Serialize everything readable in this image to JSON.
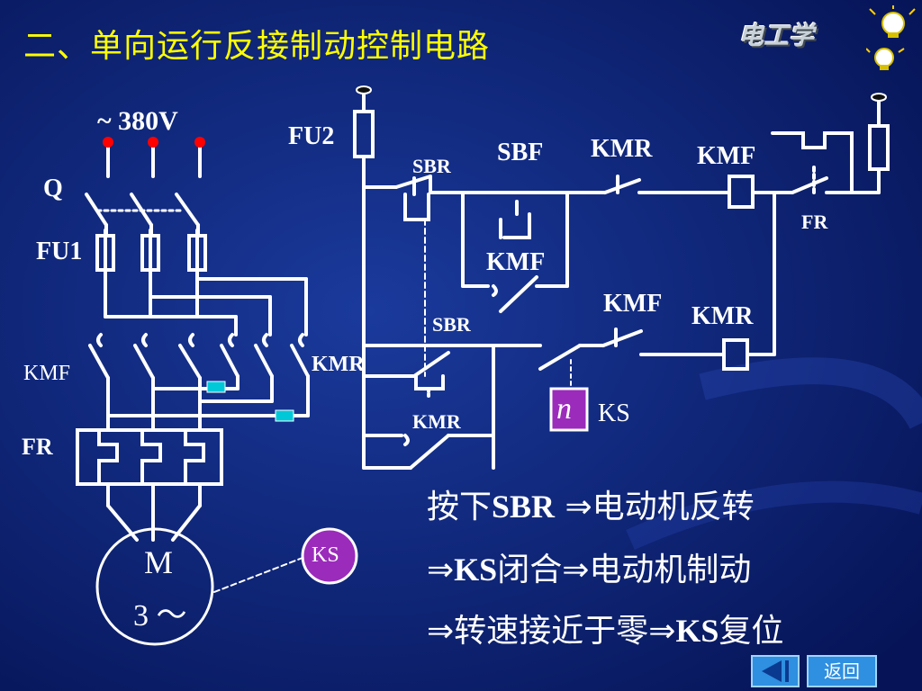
{
  "title": "二、单向运行反接制动控制电路",
  "logo_text": "电工学",
  "nav": {
    "back_label": "返回",
    "prev_icon": "left-triangle-icon"
  },
  "labels": {
    "supply": "~ 380V",
    "q": "Q",
    "fu1": "FU1",
    "fu2": "FU2",
    "kmf_main": "KMF",
    "kmr_main": "KMR",
    "fr_main": "FR",
    "motor_m": "M",
    "motor_3": "3 ～",
    "ks_disc": "KS",
    "sbr_top": "SBR",
    "sbf": "SBF",
    "kmr_top": "KMR",
    "kmf_coil": "KMF",
    "fr_ctrl": "FR",
    "kmf_hold": "KMF",
    "kmf_mid": "KMF",
    "kmr_coil": "KMR",
    "sbr_mid": "SBR",
    "kmr_hold": "KMR",
    "ks_n": "n",
    "ks_contact": "KS"
  },
  "description": {
    "line1_pre": "按下",
    "line1_sbr": "SBR",
    "line1_arrow": "⇒",
    "line1_post": "电动机反转",
    "line2_arrow": "⇒",
    "line2_ks": "KS",
    "line2_mid": "闭合",
    "line2_arrow2": "⇒",
    "line2_post": "电动机制动",
    "line3_arrow": "⇒",
    "line3_mid": "转速接近于零",
    "line3_arrow2": "⇒",
    "line3_ks": "KS",
    "line3_post": "复位"
  },
  "colors": {
    "background": "#0a1f7a",
    "title": "#ffff00",
    "lines": "#ffffff",
    "ks": "#9b2bbb",
    "relay": "#00c8d8",
    "dot": "#ff0000"
  }
}
